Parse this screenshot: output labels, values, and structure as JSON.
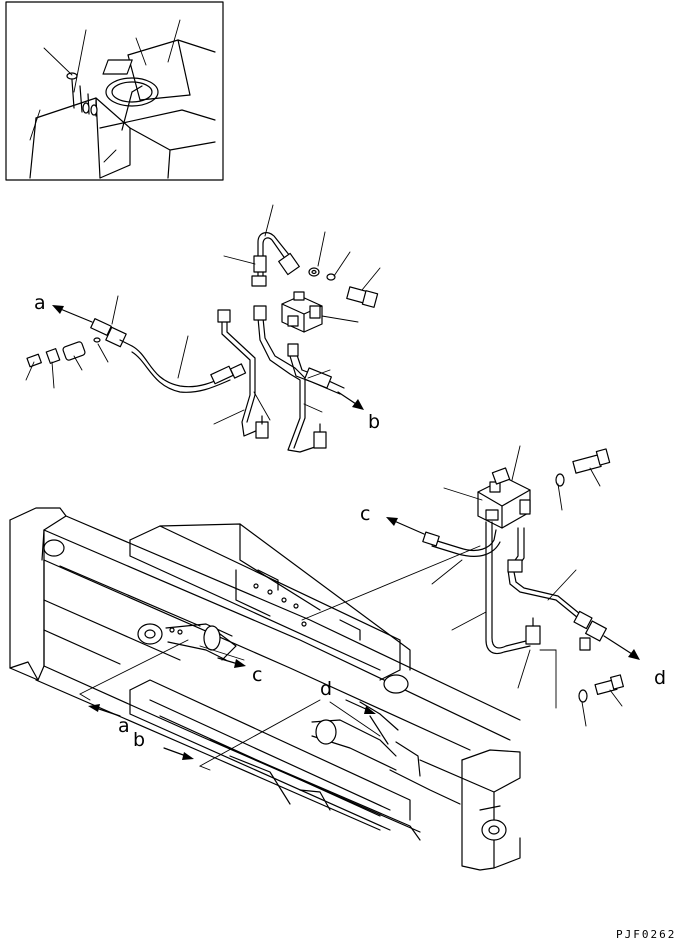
{
  "callouts": {
    "a_top": "a",
    "b_top": "b",
    "c_right": "c",
    "d_right": "d",
    "c_mast": "c",
    "d_mast": "d",
    "a_bottom": "a",
    "b_bottom": "b"
  },
  "drawing_code": "PJF0262"
}
